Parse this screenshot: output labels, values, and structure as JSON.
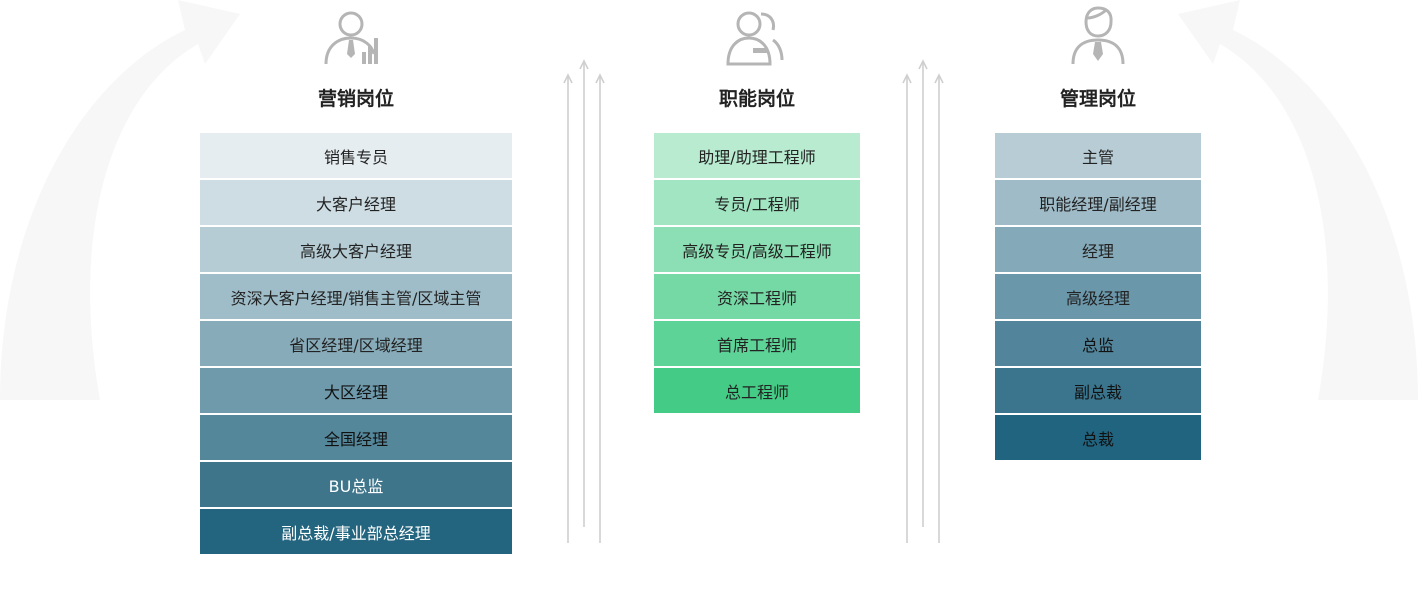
{
  "columns": [
    {
      "title": "营销岗位",
      "icon": "salesperson-chart-icon",
      "steps": [
        "销售专员",
        "大客户经理",
        "高级大客户经理",
        "资深大客户经理/销售主管/区域主管",
        "省区经理/区域经理",
        "大区经理",
        "全国经理",
        "BU总监",
        "副总裁/事业部总经理"
      ],
      "colors": [
        "#e6edf0",
        "#cddde3",
        "#b6ccd5",
        "#9fbdc8",
        "#87abb9",
        "#6e9aab",
        "#55879b",
        "#3f758b",
        "#23647f"
      ],
      "text_colors": [
        "#222",
        "#222",
        "#222",
        "#222",
        "#222",
        "#111",
        "#111",
        "#fff",
        "#fff"
      ]
    },
    {
      "title": "职能岗位",
      "icon": "team-users-icon",
      "steps": [
        "助理/助理工程师",
        "专员/工程师",
        "高级专员/高级工程师",
        "资深工程师",
        "首席工程师",
        "总工程师"
      ],
      "colors": [
        "#b9ebd1",
        "#a2e5c3",
        "#8cdfb4",
        "#75d9a6",
        "#5ed398",
        "#44cc87"
      ],
      "text_colors": [
        "#222",
        "#222",
        "#222",
        "#222",
        "#222",
        "#222"
      ]
    },
    {
      "title": "管理岗位",
      "icon": "manager-tie-icon",
      "steps": [
        "主管",
        "职能经理/副经理",
        "经理",
        "高级经理",
        "总监",
        "副总裁",
        "总裁"
      ],
      "colors": [
        "#b7ccd5",
        "#9ebbc7",
        "#84a9b8",
        "#6b97aa",
        "#52859b",
        "#3a758d",
        "#21647f"
      ],
      "text_colors": [
        "#222",
        "#222",
        "#222",
        "#222",
        "#111",
        "#111",
        "#111"
      ]
    }
  ]
}
